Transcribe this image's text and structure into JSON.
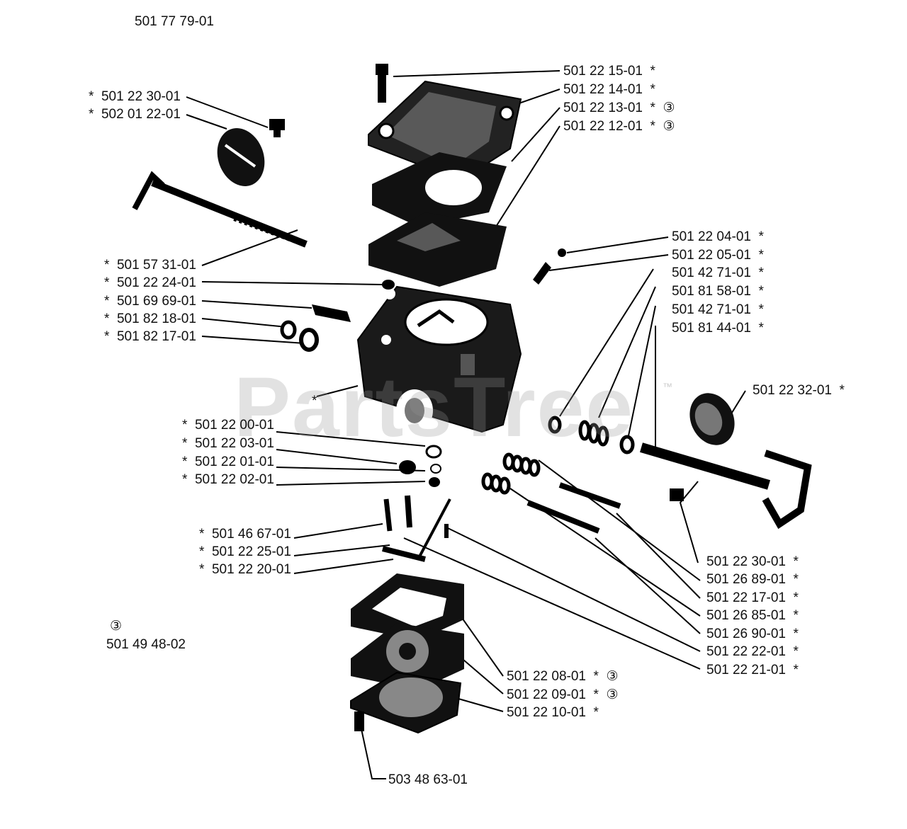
{
  "diagram_number": "501 77 79-01",
  "watermark": "PartsTree",
  "watermark_tm": "™",
  "footnote_symbol": "③",
  "footnote_part": "501 49 48-02",
  "labels": {
    "top_right": [
      "501 22 15-01  *",
      "501 22 14-01  *",
      "501 22 13-01  *  ③",
      "501 22 12-01  *  ③"
    ],
    "top_left": [
      "*  501 22 30-01",
      "*  502 01 22-01"
    ],
    "left_mid": [
      "*  501 57 31-01",
      "*  501 22 24-01",
      "*  501 69 69-01",
      "*  501 82 18-01",
      "*  501 82 17-01"
    ],
    "right_mid": [
      "501 22 04-01  *",
      "501 22 05-01  *",
      "501 42 71-01  *",
      "501 81 58-01  *",
      "501 42 71-01  *",
      "501 81 44-01  *"
    ],
    "right_knob": "501 22 32-01  *",
    "left_lower": [
      "*  501 22 00-01",
      "*  501 22 03-01",
      "*  501 22 01-01",
      "*  501 22 02-01"
    ],
    "left_pins": [
      "*  501 46 67-01",
      "*  501 22 25-01",
      "*  501 22 20-01"
    ],
    "right_lower": [
      "501 22 30-01  *",
      "501 26 89-01  *",
      "501 22 17-01  *",
      "501 26 85-01  *",
      "501 26 90-01  *",
      "501 22 22-01  *",
      "501 22 21-01  *"
    ],
    "bottom_center": [
      "501 22 08-01  *  ③",
      "501 22 09-01  *  ③",
      "501 22 10-01  *"
    ],
    "bottom": "503 48 63-01",
    "body_star": "*"
  }
}
